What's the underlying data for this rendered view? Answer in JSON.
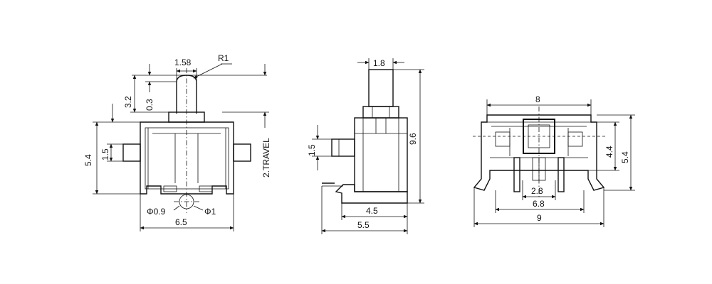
{
  "front_view": {
    "dim_width_top": "1.58",
    "dim_radius": "R1",
    "dim_cap_height": "3.2",
    "dim_offset": "0.3",
    "dim_body_height": "5.4",
    "dim_tab_height": "1.5",
    "dim_travel": "2.TRAVEL",
    "dim_pin_small": "Φ0.9",
    "dim_pin_large": "Φ1",
    "dim_width_body": "6.5"
  },
  "side_view": {
    "dim_stem_width": "1.8",
    "dim_overall_height": "9.6",
    "dim_tab_height": "1.5",
    "dim_base_inner": "4.5",
    "dim_base_outer": "5.5"
  },
  "top_view": {
    "dim_top_width": "8",
    "dim_inner_height": "4.4",
    "dim_outer_height": "5.4",
    "dim_pin_spacing": "2.8",
    "dim_leg_spacing": "6.8",
    "dim_overall_width": "9"
  },
  "colors": {
    "ink": "#111111",
    "paper": "#ffffff"
  }
}
